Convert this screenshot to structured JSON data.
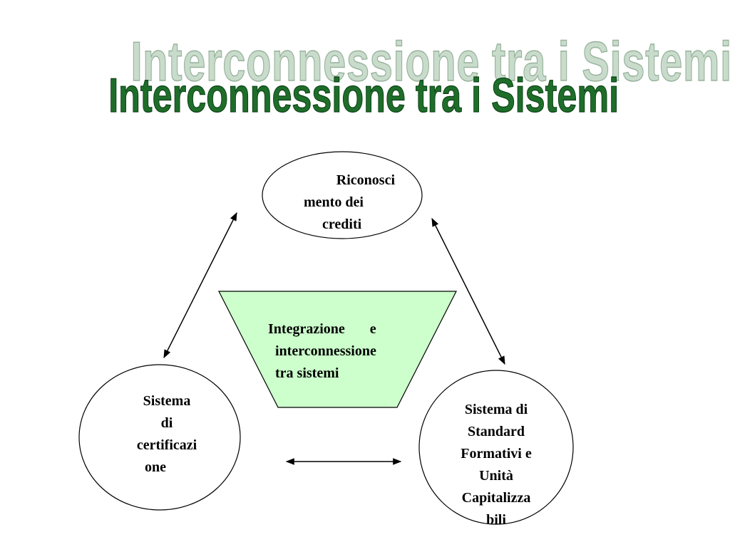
{
  "title": "Interconnessione tra i Sistemi",
  "nodes": {
    "top": {
      "lines": [
        "Riconosci",
        "mento dei",
        "crediti"
      ]
    },
    "center": {
      "lines": [
        "Integrazione       e",
        "interconnessione",
        "tra sistemi"
      ]
    },
    "left": {
      "lines": [
        "Sistema",
        "di",
        "certificazi",
        "one"
      ]
    },
    "right": {
      "lines": [
        "Sistema di",
        "Standard",
        "Formativi e",
        "Unità",
        "Capitalizza",
        "bili"
      ]
    }
  },
  "colors": {
    "title": "#1e6e2a",
    "title_shadow": "#c9dccc",
    "center_fill": "#ccffcc",
    "stroke": "#000000"
  }
}
